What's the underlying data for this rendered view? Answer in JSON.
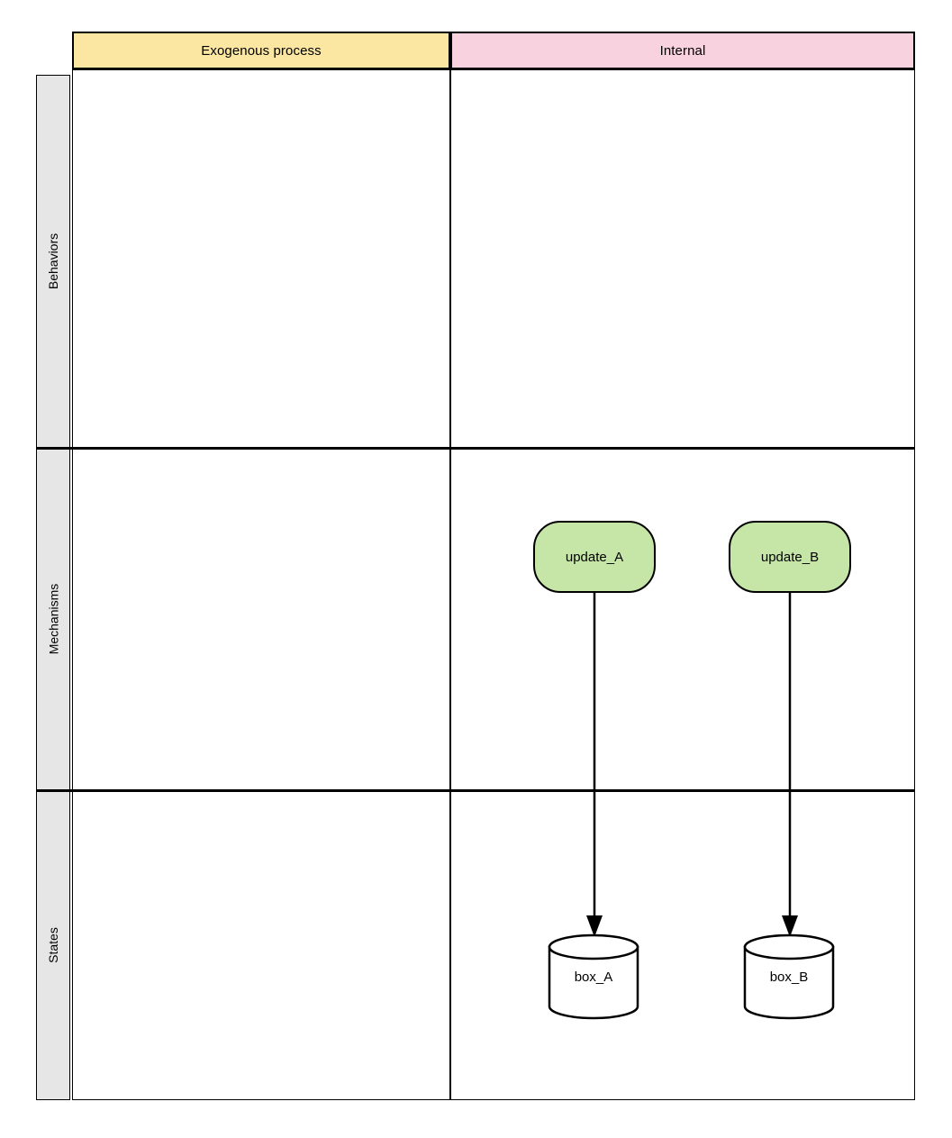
{
  "diagram": {
    "type": "swimlane-matrix",
    "columns": [
      {
        "id": "exogenous",
        "label": "Exogenous process",
        "color": "#FBE6A2"
      },
      {
        "id": "internal",
        "label": "Internal",
        "color": "#F8D2DE"
      }
    ],
    "rows": [
      {
        "id": "behaviors",
        "label": "Behaviors"
      },
      {
        "id": "mechanisms",
        "label": "Mechanisms"
      },
      {
        "id": "states",
        "label": "States"
      }
    ],
    "nodes": [
      {
        "id": "update_A",
        "label": "update_A",
        "shape": "rounded",
        "row": "mechanisms",
        "column": "internal",
        "fill": "#C6E6A8",
        "stroke": "#000000"
      },
      {
        "id": "update_B",
        "label": "update_B",
        "shape": "rounded",
        "row": "mechanisms",
        "column": "internal",
        "fill": "#C6E6A8",
        "stroke": "#000000"
      },
      {
        "id": "box_A",
        "label": "box_A",
        "shape": "cylinder",
        "row": "states",
        "column": "internal",
        "fill": "#FFFFFF",
        "stroke": "#000000"
      },
      {
        "id": "box_B",
        "label": "box_B",
        "shape": "cylinder",
        "row": "states",
        "column": "internal",
        "fill": "#FFFFFF",
        "stroke": "#000000"
      }
    ],
    "edges": [
      {
        "id": "edge_a",
        "from": "update_A",
        "to": "box_A",
        "style": "solid",
        "arrowhead": "filled-triangle",
        "label": ""
      },
      {
        "id": "edge_b",
        "from": "update_B",
        "to": "box_B",
        "style": "solid",
        "arrowhead": "filled-triangle",
        "label": ""
      }
    ],
    "empty_cells": [
      {
        "row": "behaviors",
        "column": "exogenous"
      },
      {
        "row": "behaviors",
        "column": "internal"
      },
      {
        "row": "mechanisms",
        "column": "exogenous"
      },
      {
        "row": "states",
        "column": "exogenous"
      }
    ],
    "colors": {
      "background": "#FFFFFF",
      "stroke": "#000000",
      "row_label_fill": "#E6E6E6",
      "header_exogenous": "#FBE6A2",
      "header_internal": "#F8D2DE",
      "node_mechanism": "#C6E6A8",
      "node_state": "#FFFFFF"
    }
  }
}
